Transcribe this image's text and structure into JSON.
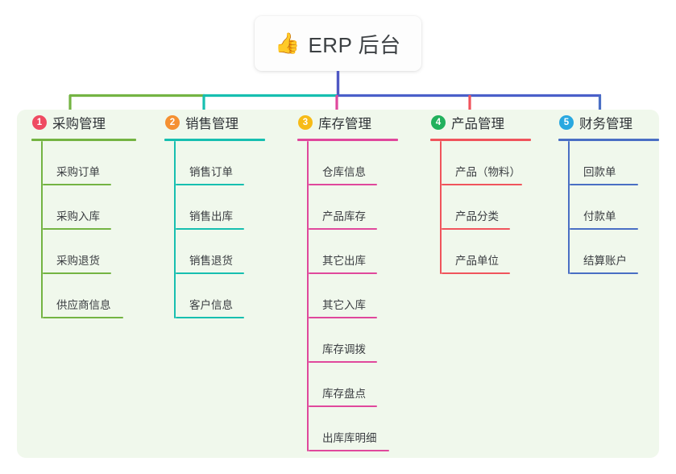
{
  "root": {
    "icon": "thumbs-up-icon",
    "emoji": "👍",
    "title": "ERP 后台"
  },
  "palette": {
    "panel_background": "#f0f8ec",
    "page_background": "#ffffff",
    "text": "#3a3d41",
    "root_connector": "#4f58c4"
  },
  "columns": [
    {
      "index": "1",
      "badge_label": "1",
      "badge_color": "#ef4b62",
      "title": "采购管理",
      "line_color": "#74b443",
      "items": [
        {
          "label": "采购订单"
        },
        {
          "label": "采购入库"
        },
        {
          "label": "采购退货"
        },
        {
          "label": "供应商信息"
        }
      ]
    },
    {
      "index": "2",
      "badge_label": "2",
      "badge_color": "#f59032",
      "title": "销售管理",
      "line_color": "#17bfb0",
      "items": [
        {
          "label": "销售订单"
        },
        {
          "label": "销售出库"
        },
        {
          "label": "销售退货"
        },
        {
          "label": "客户信息"
        }
      ]
    },
    {
      "index": "3",
      "badge_label": "3",
      "badge_color": "#f7bb17",
      "title": "库存管理",
      "line_color": "#e0489c",
      "items": [
        {
          "label": "仓库信息"
        },
        {
          "label": "产品库存"
        },
        {
          "label": "其它出库"
        },
        {
          "label": "其它入库"
        },
        {
          "label": "库存调拨"
        },
        {
          "label": "库存盘点"
        },
        {
          "label": "出库库明细"
        }
      ]
    },
    {
      "index": "4",
      "badge_label": "4",
      "badge_color": "#21b15c",
      "title": "产品管理",
      "line_color": "#f0545c",
      "items": [
        {
          "label": "产品（物料）"
        },
        {
          "label": "产品分类"
        },
        {
          "label": "产品单位"
        }
      ]
    },
    {
      "index": "5",
      "badge_label": "5",
      "badge_color": "#29a8e0",
      "title": "财务管理",
      "line_color": "#4a6fc4",
      "items": [
        {
          "label": "回款单"
        },
        {
          "label": "付款单"
        },
        {
          "label": "结算账户"
        }
      ]
    }
  ],
  "connectors": {
    "trunk_color": "#4f58c4",
    "segments": [
      {
        "name": "segment-green",
        "color": "#74b443"
      },
      {
        "name": "segment-teal",
        "color": "#17bfb0"
      },
      {
        "name": "segment-blue",
        "color": "#4a5fc9"
      }
    ],
    "drops": [
      {
        "name": "drop-purchasing",
        "color": "#74b443"
      },
      {
        "name": "drop-sales",
        "color": "#17bfb0"
      },
      {
        "name": "drop-inventory",
        "color": "#e0489c"
      },
      {
        "name": "drop-product",
        "color": "#f0545c"
      },
      {
        "name": "drop-finance",
        "color": "#4a6fc4"
      }
    ]
  }
}
